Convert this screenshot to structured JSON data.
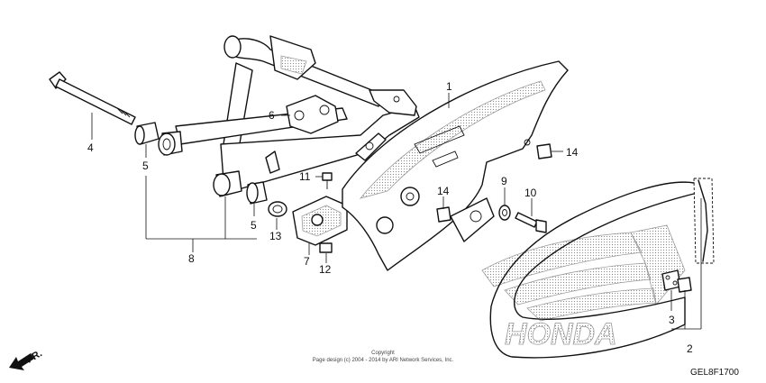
{
  "part_labels": {
    "p1": "1",
    "p2": "2",
    "p3": "3",
    "p4": "4",
    "p5a": "5",
    "p5b": "5",
    "p6": "6",
    "p7": "7",
    "p8": "8",
    "p9": "9",
    "p10": "10",
    "p11": "11",
    "p12": "12",
    "p13": "13",
    "p14a": "14",
    "p14b": "14"
  },
  "direction_label": "FR.",
  "watermark_text": "HONDA",
  "copyright": {
    "line1": "Copyright",
    "line2": "Page design (c) 2004 - 2014 by ARI Network Services, Inc."
  },
  "diagram_code": "GEL8F1700",
  "colors": {
    "line": "#111111",
    "watermark": "#9a9a9a"
  }
}
